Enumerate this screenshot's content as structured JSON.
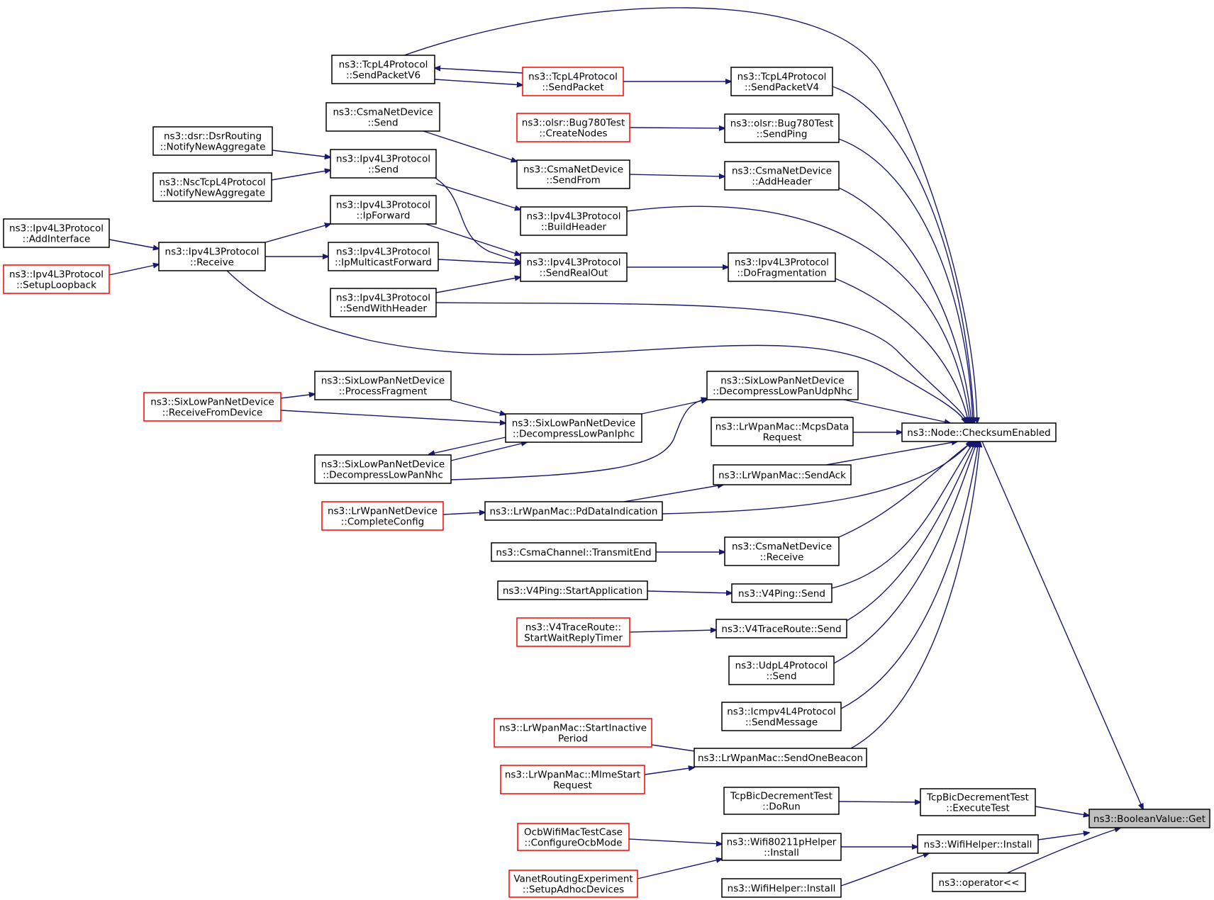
{
  "graph": {
    "title": "",
    "edge_color": "#191970",
    "truncated_node_border": "#ff0000",
    "normal_node_border": "#000000",
    "root_fill": "#bfbfbf",
    "nodes": [
      {
        "id": "root",
        "lines": [
          "ns3::BooleanValue::Get"
        ],
        "style": "root"
      },
      {
        "id": "checksum",
        "lines": [
          "ns3::Node::ChecksumEnabled"
        ],
        "style": "normal"
      },
      {
        "id": "tcpbic_exec",
        "lines": [
          "TcpBicDecrementTest",
          "::ExecuteTest"
        ],
        "style": "normal"
      },
      {
        "id": "wifihelper_install",
        "lines": [
          "ns3::WifiHelper::Install"
        ],
        "style": "normal"
      },
      {
        "id": "operator",
        "lines": [
          "ns3::operator<<"
        ],
        "style": "normal"
      },
      {
        "id": "tcpbic_dorun",
        "lines": [
          "TcpBicDecrementTest",
          "::DoRun"
        ],
        "style": "normal"
      },
      {
        "id": "wifi80211p",
        "lines": [
          "ns3::Wifi80211pHelper",
          "::Install"
        ],
        "style": "normal"
      },
      {
        "id": "wifihelper_install2",
        "lines": [
          "ns3::WifiHelper::Install"
        ],
        "style": "normal"
      },
      {
        "id": "ocb",
        "lines": [
          "OcbWifiMacTestCase",
          "::ConfigureOcbMode"
        ],
        "style": "red"
      },
      {
        "id": "vanet",
        "lines": [
          "VanetRoutingExperiment",
          "::SetupAdhocDevices"
        ],
        "style": "red"
      },
      {
        "id": "tcp_v6",
        "lines": [
          "ns3::TcpL4Protocol",
          "::SendPacketV6"
        ],
        "style": "normal"
      },
      {
        "id": "tcp_sendpacket",
        "lines": [
          "ns3::TcpL4Protocol",
          "::SendPacket"
        ],
        "style": "red"
      },
      {
        "id": "tcp_v4",
        "lines": [
          "ns3::TcpL4Protocol",
          "::SendPacketV4"
        ],
        "style": "normal"
      },
      {
        "id": "csma_send",
        "lines": [
          "ns3::CsmaNetDevice",
          "::Send"
        ],
        "style": "normal"
      },
      {
        "id": "olsr_create",
        "lines": [
          "ns3::olsr::Bug780Test",
          "::CreateNodes"
        ],
        "style": "red"
      },
      {
        "id": "olsr_ping",
        "lines": [
          "ns3::olsr::Bug780Test",
          "::SendPing"
        ],
        "style": "normal"
      },
      {
        "id": "dsr",
        "lines": [
          "ns3::dsr::DsrRouting",
          "::NotifyNewAggregate"
        ],
        "style": "normal"
      },
      {
        "id": "nsc",
        "lines": [
          "ns3::NscTcpL4Protocol",
          "::NotifyNewAggregate"
        ],
        "style": "normal"
      },
      {
        "id": "ipv4_send",
        "lines": [
          "ns3::Ipv4L3Protocol",
          "::Send"
        ],
        "style": "normal"
      },
      {
        "id": "csma_sendfrom",
        "lines": [
          "ns3::CsmaNetDevice",
          "::SendFrom"
        ],
        "style": "normal"
      },
      {
        "id": "csma_addheader",
        "lines": [
          "ns3::CsmaNetDevice",
          "::AddHeader"
        ],
        "style": "normal"
      },
      {
        "id": "ipv4_ipforward",
        "lines": [
          "ns3::Ipv4L3Protocol",
          "::IpForward"
        ],
        "style": "normal"
      },
      {
        "id": "ipv4_buildheader",
        "lines": [
          "ns3::Ipv4L3Protocol",
          "::BuildHeader"
        ],
        "style": "normal"
      },
      {
        "id": "ipv4_addinterface",
        "lines": [
          "ns3::Ipv4L3Protocol",
          "::AddInterface"
        ],
        "style": "normal"
      },
      {
        "id": "ipv4_receive",
        "lines": [
          "ns3::Ipv4L3Protocol",
          "::Receive"
        ],
        "style": "normal"
      },
      {
        "id": "ipv4_multicast",
        "lines": [
          "ns3::Ipv4L3Protocol",
          "::IpMulticastForward"
        ],
        "style": "normal"
      },
      {
        "id": "ipv4_sendrealout",
        "lines": [
          "ns3::Ipv4L3Protocol",
          "::SendRealOut"
        ],
        "style": "normal"
      },
      {
        "id": "ipv4_dofrag",
        "lines": [
          "ns3::Ipv4L3Protocol",
          "::DoFragmentation"
        ],
        "style": "normal"
      },
      {
        "id": "ipv4_setuploopback",
        "lines": [
          "ns3::Ipv4L3Protocol",
          "::SetupLoopback"
        ],
        "style": "red"
      },
      {
        "id": "ipv4_sendwithheader",
        "lines": [
          "ns3::Ipv4L3Protocol",
          "::SendWithHeader"
        ],
        "style": "normal"
      },
      {
        "id": "sixlow_procfrag",
        "lines": [
          "ns3::SixLowPanNetDevice",
          "::ProcessFragment"
        ],
        "style": "normal"
      },
      {
        "id": "sixlow_udpnhc",
        "lines": [
          "ns3::SixLowPanNetDevice",
          "::DecompressLowPanUdpNhc"
        ],
        "style": "normal"
      },
      {
        "id": "sixlow_recvfrom",
        "lines": [
          "ns3::SixLowPanNetDevice",
          "::ReceiveFromDevice"
        ],
        "style": "red"
      },
      {
        "id": "sixlow_iphc",
        "lines": [
          "ns3::SixLowPanNetDevice",
          "::DecompressLowPanIphc"
        ],
        "style": "normal"
      },
      {
        "id": "mcps",
        "lines": [
          "ns3::LrWpanMac::McpsData",
          "Request"
        ],
        "style": "normal"
      },
      {
        "id": "sixlow_nhc",
        "lines": [
          "ns3::SixLowPanNetDevice",
          "::DecompressLowPanNhc"
        ],
        "style": "normal"
      },
      {
        "id": "sendack",
        "lines": [
          "ns3::LrWpanMac::SendAck"
        ],
        "style": "normal"
      },
      {
        "id": "lrwpan_complete",
        "lines": [
          "ns3::LrWpanNetDevice",
          "::CompleteConfig"
        ],
        "style": "red"
      },
      {
        "id": "pddata",
        "lines": [
          "ns3::LrWpanMac::PdDataIndication"
        ],
        "style": "normal"
      },
      {
        "id": "csma_transmit",
        "lines": [
          "ns3::CsmaChannel::TransmitEnd"
        ],
        "style": "normal"
      },
      {
        "id": "csma_receive",
        "lines": [
          "ns3::CsmaNetDevice",
          "::Receive"
        ],
        "style": "normal"
      },
      {
        "id": "v4ping_start",
        "lines": [
          "ns3::V4Ping::StartApplication"
        ],
        "style": "normal"
      },
      {
        "id": "v4ping_send",
        "lines": [
          "ns3::V4Ping::Send"
        ],
        "style": "normal"
      },
      {
        "id": "v4trace_start",
        "lines": [
          "ns3::V4TraceRoute::",
          "StartWaitReplyTimer"
        ],
        "style": "red"
      },
      {
        "id": "v4trace_send",
        "lines": [
          "ns3::V4TraceRoute::Send"
        ],
        "style": "normal"
      },
      {
        "id": "udp_send",
        "lines": [
          "ns3::UdpL4Protocol",
          "::Send"
        ],
        "style": "normal"
      },
      {
        "id": "icmp",
        "lines": [
          "ns3::Icmpv4L4Protocol",
          "::SendMessage"
        ],
        "style": "normal"
      },
      {
        "id": "startinactive",
        "lines": [
          "ns3::LrWpanMac::StartInactive",
          "Period"
        ],
        "style": "red"
      },
      {
        "id": "sendonebeacon",
        "lines": [
          "ns3::LrWpanMac::SendOneBeacon"
        ],
        "style": "normal"
      },
      {
        "id": "mlmestart",
        "lines": [
          "ns3::LrWpanMac::MlmeStart",
          "Request"
        ],
        "style": "red"
      }
    ]
  }
}
